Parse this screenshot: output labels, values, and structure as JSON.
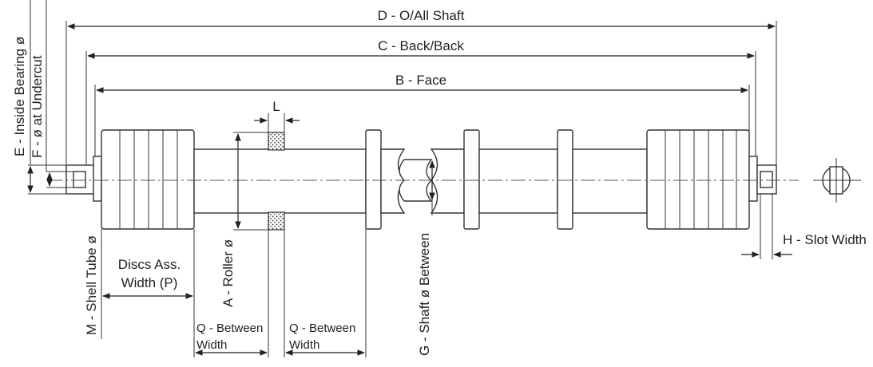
{
  "labels": {
    "D": "D - O/All Shaft",
    "C": "C - Back/Back",
    "B": "B - Face",
    "L": "L",
    "E": "E - Inside Bearing ø",
    "F": "F - ø at Undercut",
    "M": "M - Shell Tube ø",
    "P_line1": "Discs Ass.",
    "P_line2": "Width (P)",
    "A": "A - Roller ø",
    "Q1_line1": "Q - Between",
    "Q1_line2": "Width",
    "Q2_line1": "Q - Between",
    "Q2_line2": "Width",
    "G": "G - Shaft ø Between",
    "H": "H - Slot Width"
  },
  "colors": {
    "line": "#333333",
    "hatch": "#444444",
    "background": "#ffffff"
  }
}
